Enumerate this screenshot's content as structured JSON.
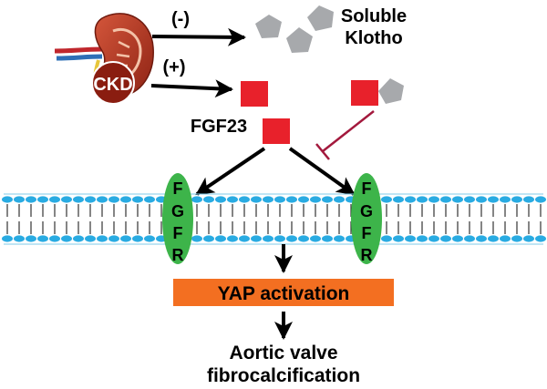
{
  "kidney": {
    "label": "CKD"
  },
  "arrows": {
    "minus": "(-)",
    "plus": "(+)"
  },
  "klotho": {
    "line1": "Soluble",
    "line2": "Klotho"
  },
  "fgf23": {
    "label": "FGF23"
  },
  "receptor": {
    "letters": [
      "F",
      "G",
      "F",
      "R"
    ]
  },
  "yap": {
    "label": "YAP activation"
  },
  "outcome": {
    "line1": "Aortic valve",
    "line2": "fibrocalcification"
  },
  "colors": {
    "fgf23_square": "#e8212b",
    "klotho_pentagon": "#a7a9ac",
    "receptor": "#3db44a",
    "membrane_head": "#29abe2",
    "yap_box": "#f36f21",
    "inhibit_line": "#a3193d",
    "kidney": "#b83220"
  },
  "icons": {
    "kidney": "kidney-icon",
    "pentagon": "pentagon-icon",
    "square": "square-icon"
  }
}
